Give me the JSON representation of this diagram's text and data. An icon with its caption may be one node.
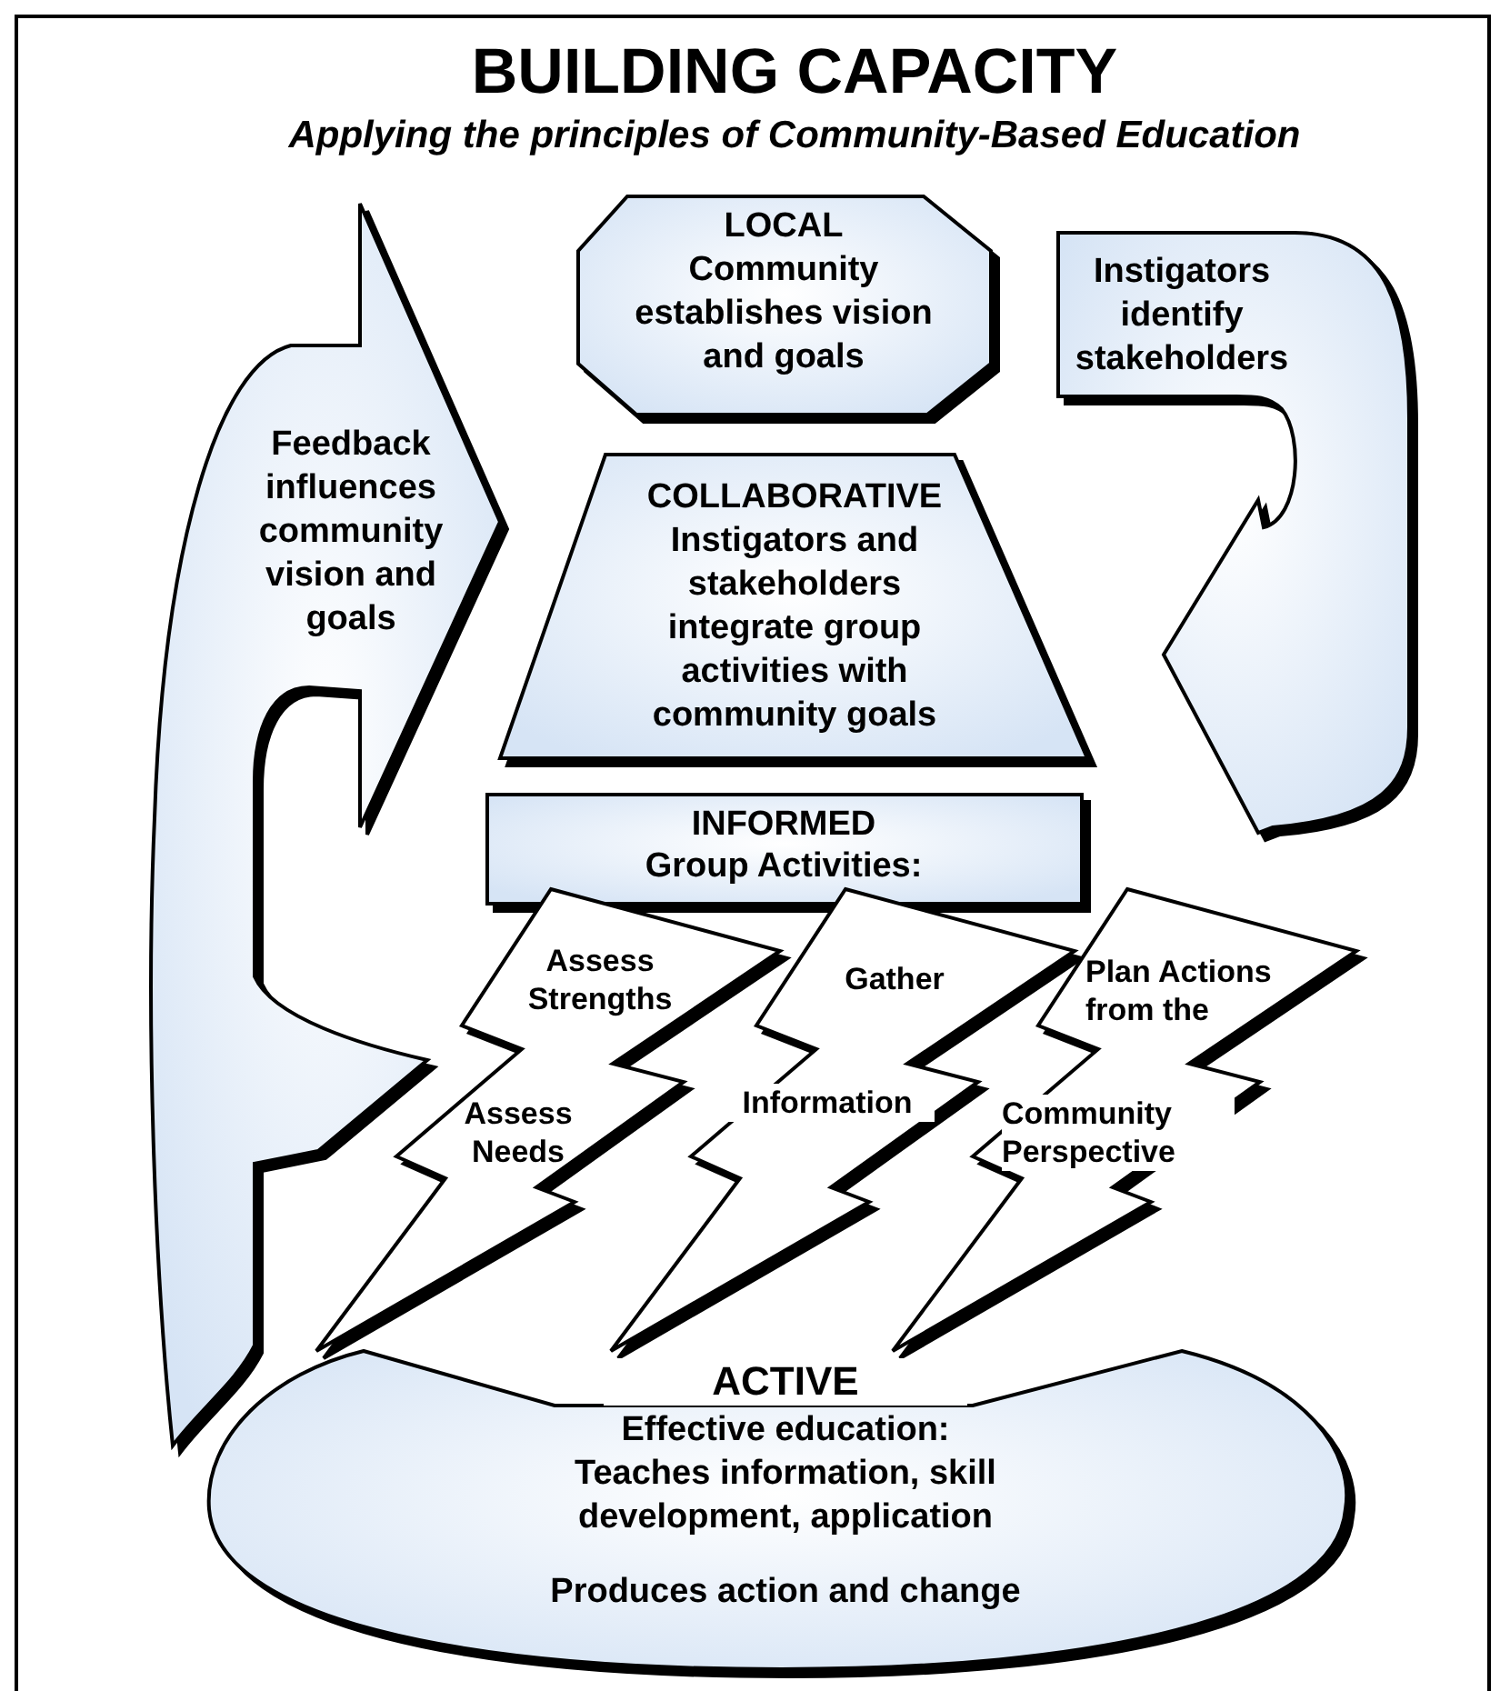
{
  "diagram": {
    "title": "BUILDING CAPACITY",
    "caption": "Applying the principles of Community-Based Education",
    "nodes": [
      {
        "text": [
          "LOCAL",
          "Community establishes vision and goals"
        ]
      },
      {
        "text": [
          "Instigators identify stakeholders"
        ]
      },
      {
        "text": [
          "Feedback influences community vision and goals"
        ]
      },
      {
        "text": [
          "COLLABORATIVE",
          "Instigators and stakeholders integrate group activities with community goals"
        ]
      },
      {
        "text": [
          "INFORMED",
          "Group Activities:"
        ]
      },
      {
        "text": [
          "Assess Strengths",
          "Assess Needs"
        ]
      },
      {
        "text": [
          "Gather",
          "Information"
        ]
      },
      {
        "text": [
          "Plan Actions from the",
          "Community Perspective"
        ]
      },
      {
        "text": [
          "ACTIVE",
          "Effective education:",
          "Teaches information, skill development, application",
          "Produces action and change"
        ]
      }
    ]
  }
}
